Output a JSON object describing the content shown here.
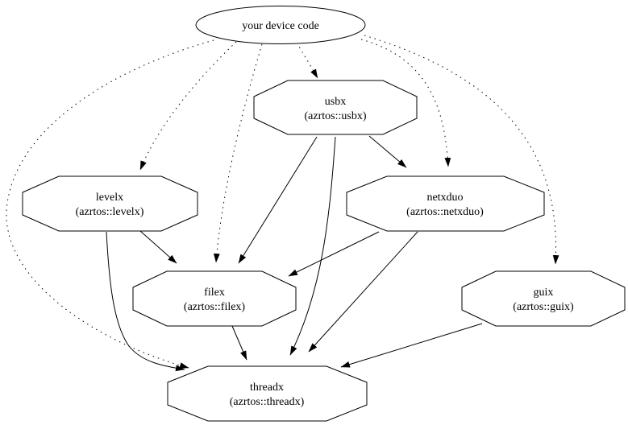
{
  "diagram": {
    "type": "dependency-graph",
    "background_color": "#ffffff",
    "stroke_color": "#000000",
    "nodes": {
      "device": {
        "label": "your device code",
        "shape": "ellipse"
      },
      "usbx": {
        "label": "usbx",
        "sublabel": "(azrtos::usbx)",
        "shape": "octagon"
      },
      "levelx": {
        "label": "levelx",
        "sublabel": "(azrtos::levelx)",
        "shape": "octagon"
      },
      "netxduo": {
        "label": "netxduo",
        "sublabel": "(azrtos::netxduo)",
        "shape": "octagon"
      },
      "filex": {
        "label": "filex",
        "sublabel": "(azrtos::filex)",
        "shape": "octagon"
      },
      "guix": {
        "label": "guix",
        "sublabel": "(azrtos::guix)",
        "shape": "octagon"
      },
      "threadx": {
        "label": "threadx",
        "sublabel": "(azrtos::threadx)",
        "shape": "octagon"
      }
    },
    "edges": [
      {
        "from": "device",
        "to": "usbx",
        "style": "dotted"
      },
      {
        "from": "device",
        "to": "levelx",
        "style": "dotted"
      },
      {
        "from": "device",
        "to": "netxduo",
        "style": "dotted"
      },
      {
        "from": "device",
        "to": "guix",
        "style": "dotted"
      },
      {
        "from": "device",
        "to": "filex",
        "style": "dotted"
      },
      {
        "from": "device",
        "to": "threadx",
        "style": "dotted"
      },
      {
        "from": "usbx",
        "to": "netxduo",
        "style": "solid"
      },
      {
        "from": "usbx",
        "to": "filex",
        "style": "solid"
      },
      {
        "from": "usbx",
        "to": "threadx",
        "style": "solid"
      },
      {
        "from": "levelx",
        "to": "filex",
        "style": "solid"
      },
      {
        "from": "levelx",
        "to": "threadx",
        "style": "solid"
      },
      {
        "from": "netxduo",
        "to": "filex",
        "style": "solid"
      },
      {
        "from": "netxduo",
        "to": "threadx",
        "style": "solid"
      },
      {
        "from": "filex",
        "to": "threadx",
        "style": "solid"
      },
      {
        "from": "guix",
        "to": "threadx",
        "style": "solid"
      }
    ]
  }
}
